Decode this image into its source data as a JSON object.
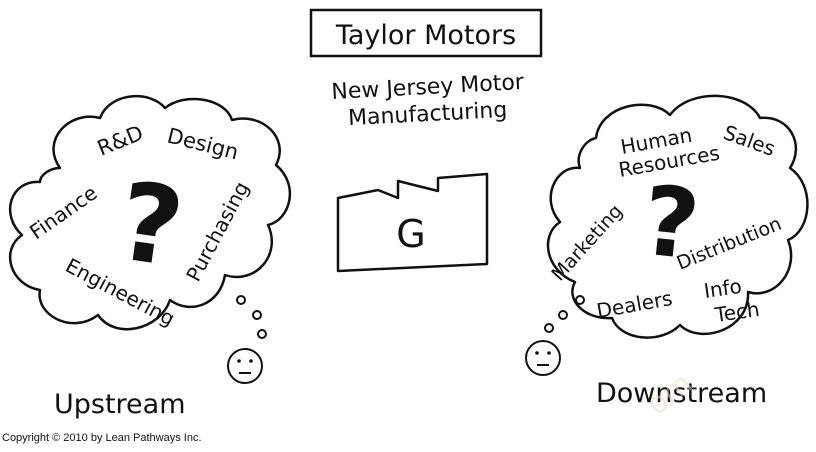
{
  "company": {
    "name": "Taylor Motors",
    "plant_line1": "New Jersey Motor",
    "plant_line2": "Manufacturing"
  },
  "upstream": {
    "label": "Upstream",
    "question_mark": "?",
    "items": {
      "rd": "R&D",
      "design": "Design",
      "finance": "Finance",
      "purchasing": "Purchasing",
      "engineering": "Engineering"
    }
  },
  "downstream": {
    "label": "Downstream",
    "question_mark": "?",
    "items": {
      "human": "Human",
      "resources": "Resources",
      "sales": "Sales",
      "marketing": "Marketing",
      "distribution": "Distribution",
      "dealers": "Dealers",
      "info": "Info",
      "tech": "Tech"
    }
  },
  "factory": {
    "symbol": "G"
  },
  "copyright": "Copyright © 2010 by Lean Pathways Inc.",
  "watermark": "om"
}
